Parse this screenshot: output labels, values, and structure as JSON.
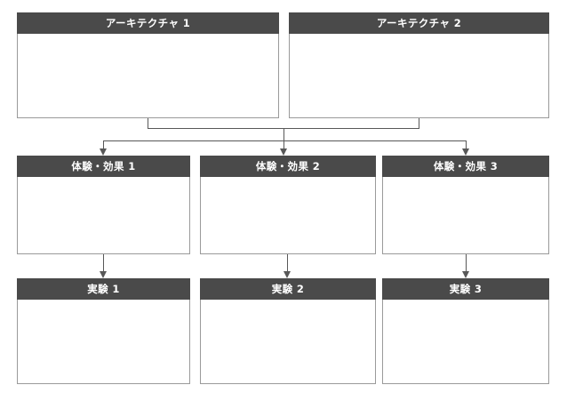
{
  "diagram": {
    "title_row": {
      "nodes": [
        {
          "label": "アーキテクチャ 1"
        },
        {
          "label": "アーキテクチャ 2"
        }
      ]
    },
    "effect_row": {
      "nodes": [
        {
          "label": "体験・効果 1"
        },
        {
          "label": "体験・効果 2"
        },
        {
          "label": "体験・効果 3"
        }
      ]
    },
    "experiment_row": {
      "nodes": [
        {
          "label": "実験 1"
        },
        {
          "label": "実験 2"
        },
        {
          "label": "実験 3"
        }
      ]
    },
    "colors": {
      "header_fill": "#4a4a4a",
      "header_text": "#ffffff",
      "box_border": "#9a9a9a",
      "box_fill": "#ffffff",
      "connector": "#585858",
      "background": "#ffffff"
    }
  }
}
